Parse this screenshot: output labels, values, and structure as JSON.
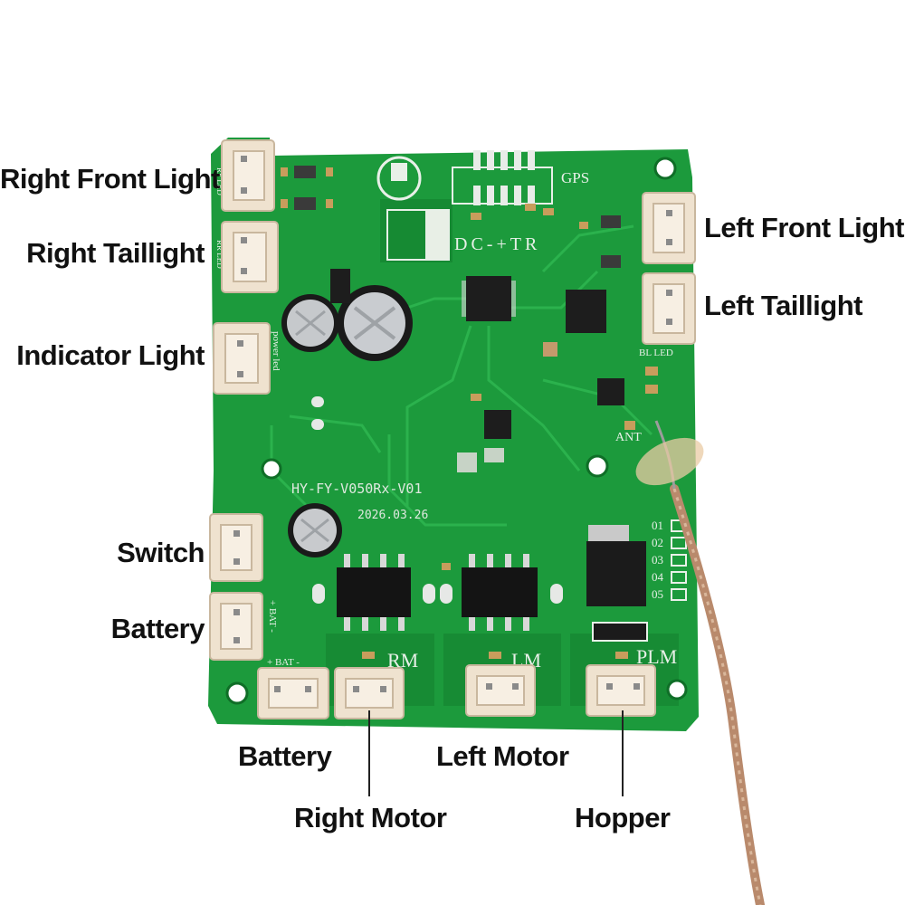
{
  "labels": {
    "right_front_light": "Right Front Light",
    "right_taillight": "Right Taillight",
    "indicator_light": "Indicator Light",
    "switch": "Switch",
    "battery_side": "Battery",
    "left_front_light": "Left Front Light",
    "left_taillight": "Left Taillight",
    "battery_bottom": "Battery",
    "right_motor": "Right Motor",
    "left_motor": "Left Motor",
    "hopper": "Hopper"
  },
  "silkscreen": {
    "gps": "GPS",
    "dc_tr": "DC-+TR",
    "board_id": "HY-FY-V050Rx-V01",
    "date": "2026.03.26",
    "ant": "ANT",
    "rm": "RM",
    "lm": "LM",
    "plm": "PLM",
    "bat_side": "+ BAT -",
    "bat_bottom": "+ BAT -",
    "power_led": "power led",
    "bl_led": "BL LED",
    "rr_led": "RR LED",
    "rf_led": "RF LED",
    "pad_01": "01",
    "pad_02": "02",
    "pad_03": "03",
    "pad_04": "04",
    "pad_05": "05"
  },
  "colors": {
    "pcb": "#1c9a3c",
    "pcb_dark": "#15822f",
    "trace": "#25ad47",
    "connector": "#efe2cf",
    "chip": "#1d1d1d",
    "antenna": "#b98a6c"
  }
}
